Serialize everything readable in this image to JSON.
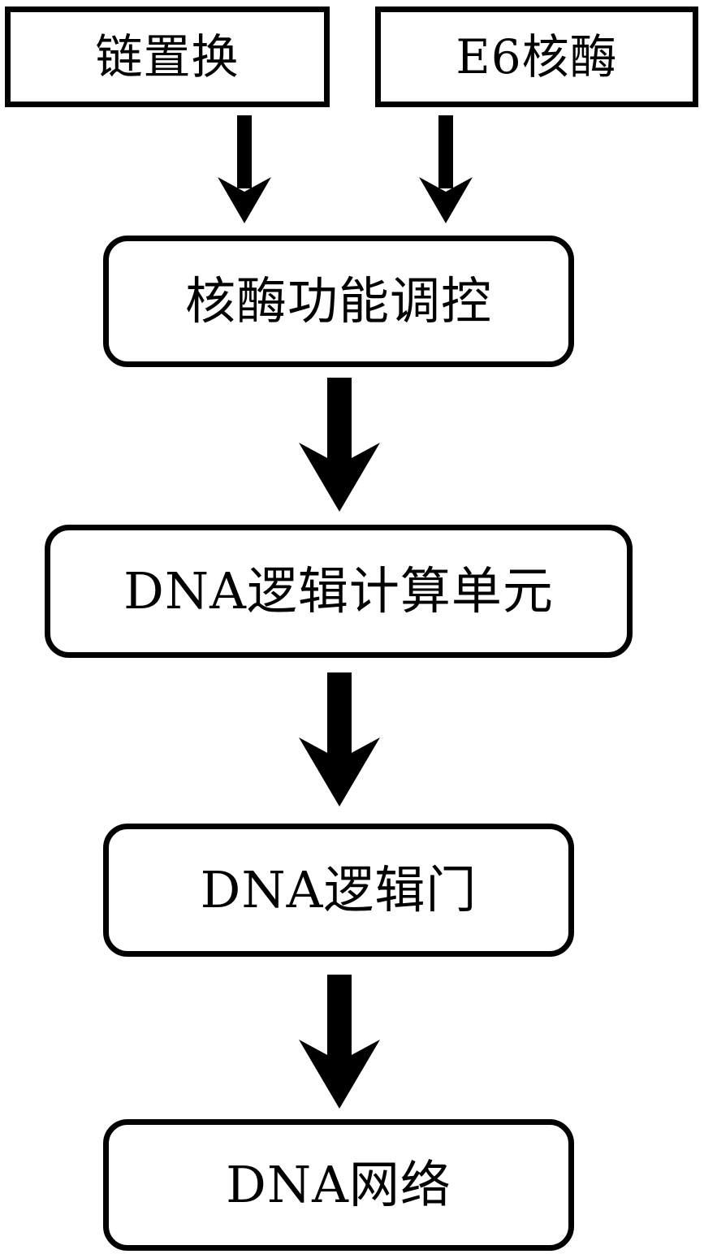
{
  "diagram": {
    "inputs": [
      {
        "id": "strand-displacement",
        "label": "链置换"
      },
      {
        "id": "e6-ribozyme",
        "label": "E6核酶"
      }
    ],
    "steps": [
      {
        "id": "ribozyme-function-regulation",
        "label": "核酶功能调控"
      },
      {
        "id": "dna-logic-computing-unit",
        "label": "DNA逻辑计算单元"
      },
      {
        "id": "dna-logic-gate",
        "label": "DNA逻辑门"
      },
      {
        "id": "dna-network",
        "label": "DNA网络"
      }
    ],
    "edges": [
      {
        "from": "strand-displacement",
        "to": "ribozyme-function-regulation"
      },
      {
        "from": "e6-ribozyme",
        "to": "ribozyme-function-regulation"
      },
      {
        "from": "ribozyme-function-regulation",
        "to": "dna-logic-computing-unit"
      },
      {
        "from": "dna-logic-computing-unit",
        "to": "dna-logic-gate"
      },
      {
        "from": "dna-logic-gate",
        "to": "dna-network"
      }
    ]
  }
}
